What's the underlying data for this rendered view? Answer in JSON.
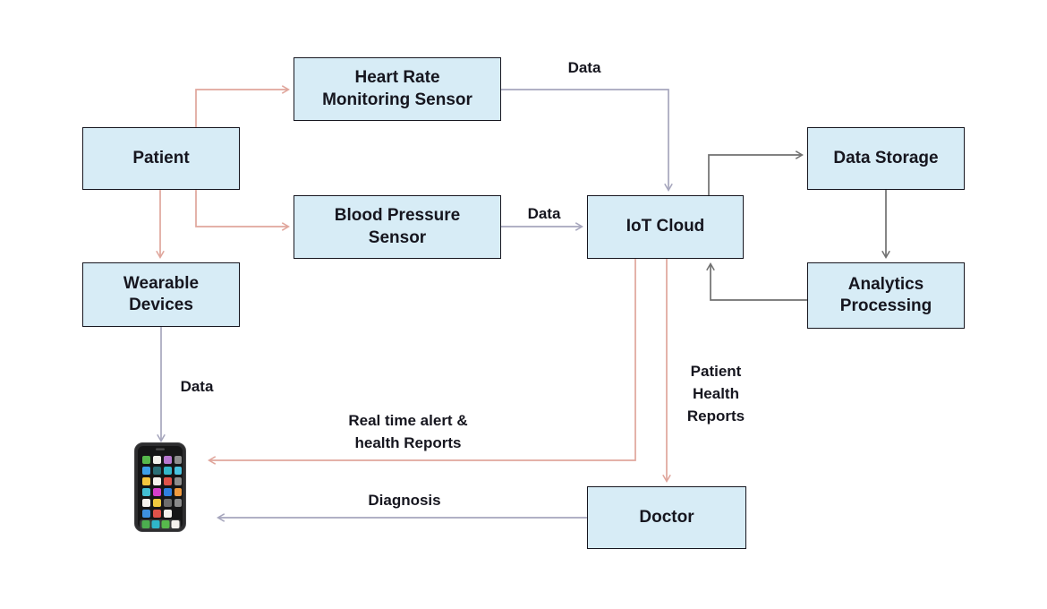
{
  "diagram": {
    "type": "flowchart",
    "subject": "IoT based patient health monitoring system",
    "nodes": {
      "patient": {
        "label": "Patient"
      },
      "heart_rate_sensor": {
        "label": "Heart Rate Monitoring Sensor"
      },
      "blood_pressure_sensor": {
        "label": "Blood Pressure Sensor"
      },
      "wearable_devices": {
        "label": "Wearable Devices"
      },
      "iot_cloud": {
        "label": "IoT Cloud"
      },
      "data_storage": {
        "label": "Data Storage"
      },
      "analytics_processing": {
        "label": "Analytics Processing"
      },
      "doctor": {
        "label": "Doctor"
      }
    },
    "edge_labels": {
      "heart_rate_data": "Data",
      "blood_pressure_data": "Data",
      "wearable_data": "Data",
      "patient_health_reports": "Patient Health Reports",
      "real_time_alert": "Real time alert & health Reports",
      "diagnosis": "Diagnosis"
    },
    "edges": [
      {
        "from": "patient",
        "to": "heart_rate_sensor",
        "color": "salmon"
      },
      {
        "from": "patient",
        "to": "blood_pressure_sensor",
        "color": "salmon"
      },
      {
        "from": "patient",
        "to": "wearable_devices",
        "color": "salmon"
      },
      {
        "from": "heart_rate_sensor",
        "to": "iot_cloud",
        "label": "Data",
        "color": "lavender"
      },
      {
        "from": "blood_pressure_sensor",
        "to": "iot_cloud",
        "label": "Data",
        "color": "lavender"
      },
      {
        "from": "iot_cloud",
        "to": "data_storage",
        "color": "gray"
      },
      {
        "from": "data_storage",
        "to": "analytics_processing",
        "color": "gray"
      },
      {
        "from": "analytics_processing",
        "to": "iot_cloud",
        "color": "gray"
      },
      {
        "from": "iot_cloud",
        "to": "smartphone",
        "label": "Real time alert & health Reports",
        "color": "salmon"
      },
      {
        "from": "iot_cloud",
        "to": "doctor",
        "label": "Patient Health Reports",
        "color": "salmon"
      },
      {
        "from": "wearable_devices",
        "to": "smartphone",
        "label": "Data",
        "color": "lavender"
      },
      {
        "from": "doctor",
        "to": "smartphone",
        "label": "Diagnosis",
        "color": "lavender"
      }
    ],
    "icons": {
      "smartphone": "smartphone-icon"
    },
    "colors": {
      "background": "#ffffff",
      "node_fill": "#d7ecf6",
      "node_border": "#16161f",
      "text": "#16161f",
      "arrow_salmon": "#e0a69c",
      "arrow_lavender": "#a6a6bd",
      "arrow_gray": "#707070"
    }
  }
}
